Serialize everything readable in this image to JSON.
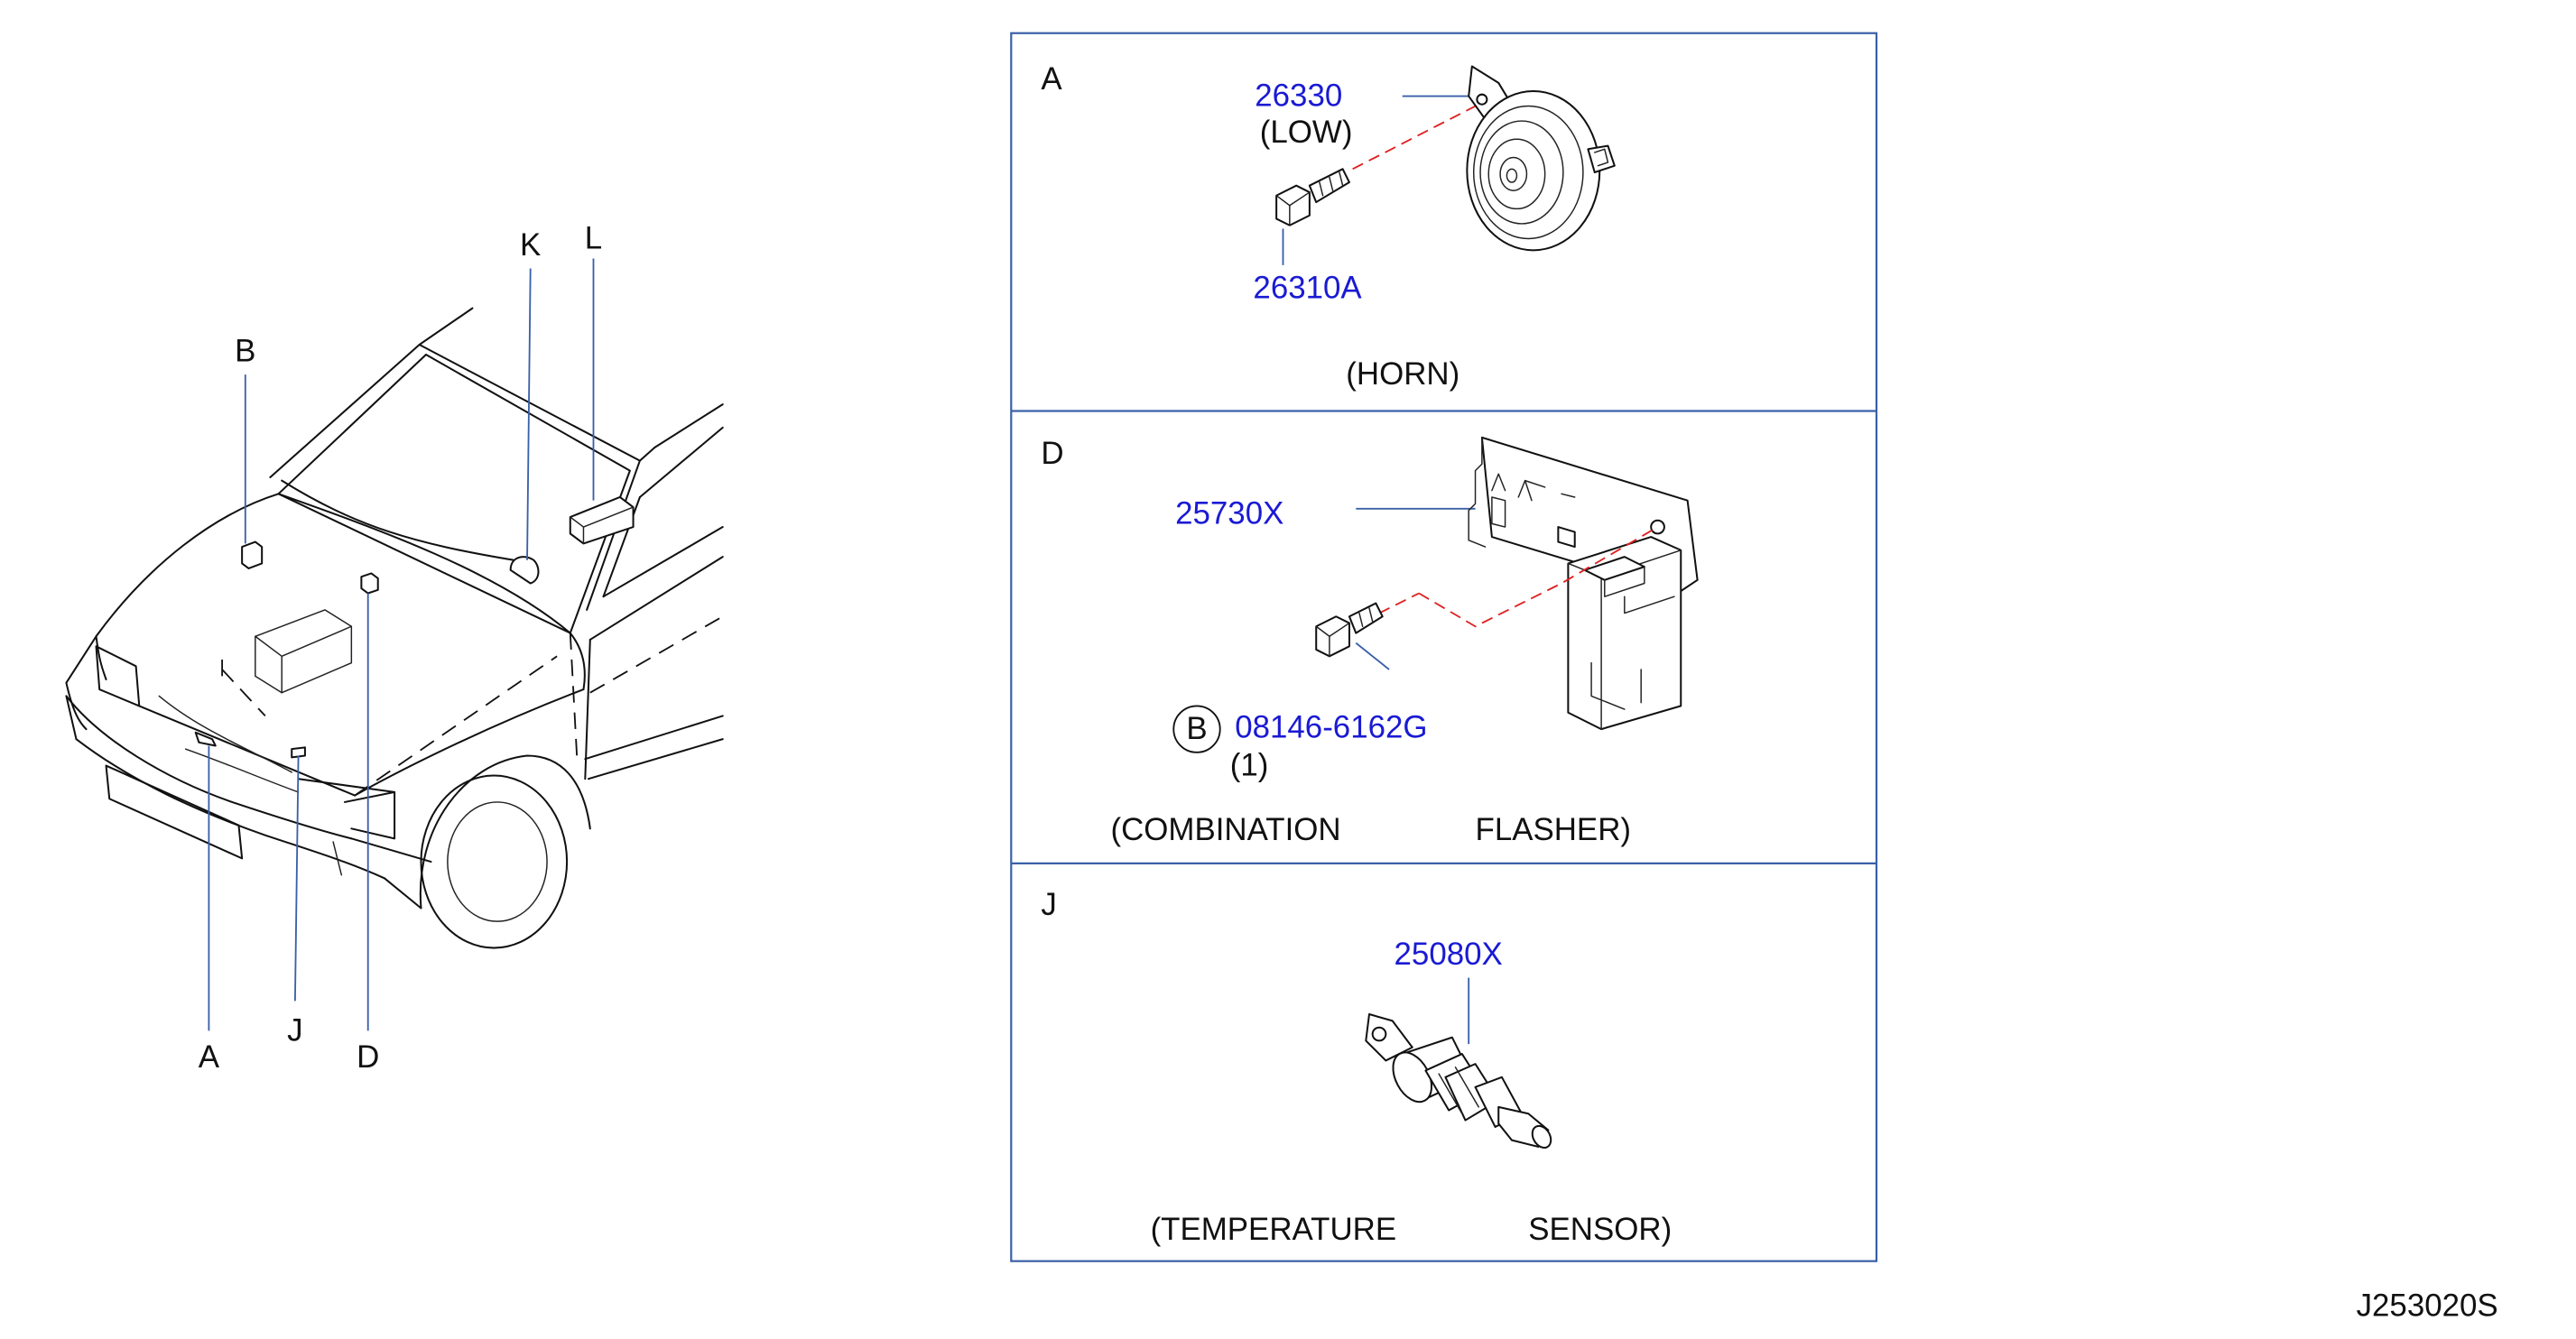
{
  "callouts": {
    "A": "A",
    "B": "B",
    "D": "D",
    "J": "J",
    "K": "K",
    "L": "L"
  },
  "panels": {
    "horn": {
      "letter": "A",
      "part_main": "26330",
      "part_main_note": "(LOW)",
      "part_bolt": "26310A",
      "caption": "(HORN)"
    },
    "flasher": {
      "letter": "D",
      "part_main": "25730X",
      "bolt_symbol": "B",
      "part_bolt": "08146-6162G",
      "part_bolt_qty": "(1)",
      "caption_1": "(COMBINATION",
      "caption_2": "FLASHER)"
    },
    "sensor": {
      "letter": "J",
      "part_main": "25080X",
      "caption_1": "(TEMPERATURE",
      "caption_2": "SENSOR)"
    }
  },
  "diagram_code": "J253020S",
  "colors": {
    "part_number": "#1a1ad4",
    "leader_line": "#3a60a8",
    "install_line": "#e02020",
    "frame": "#3a60a8"
  }
}
